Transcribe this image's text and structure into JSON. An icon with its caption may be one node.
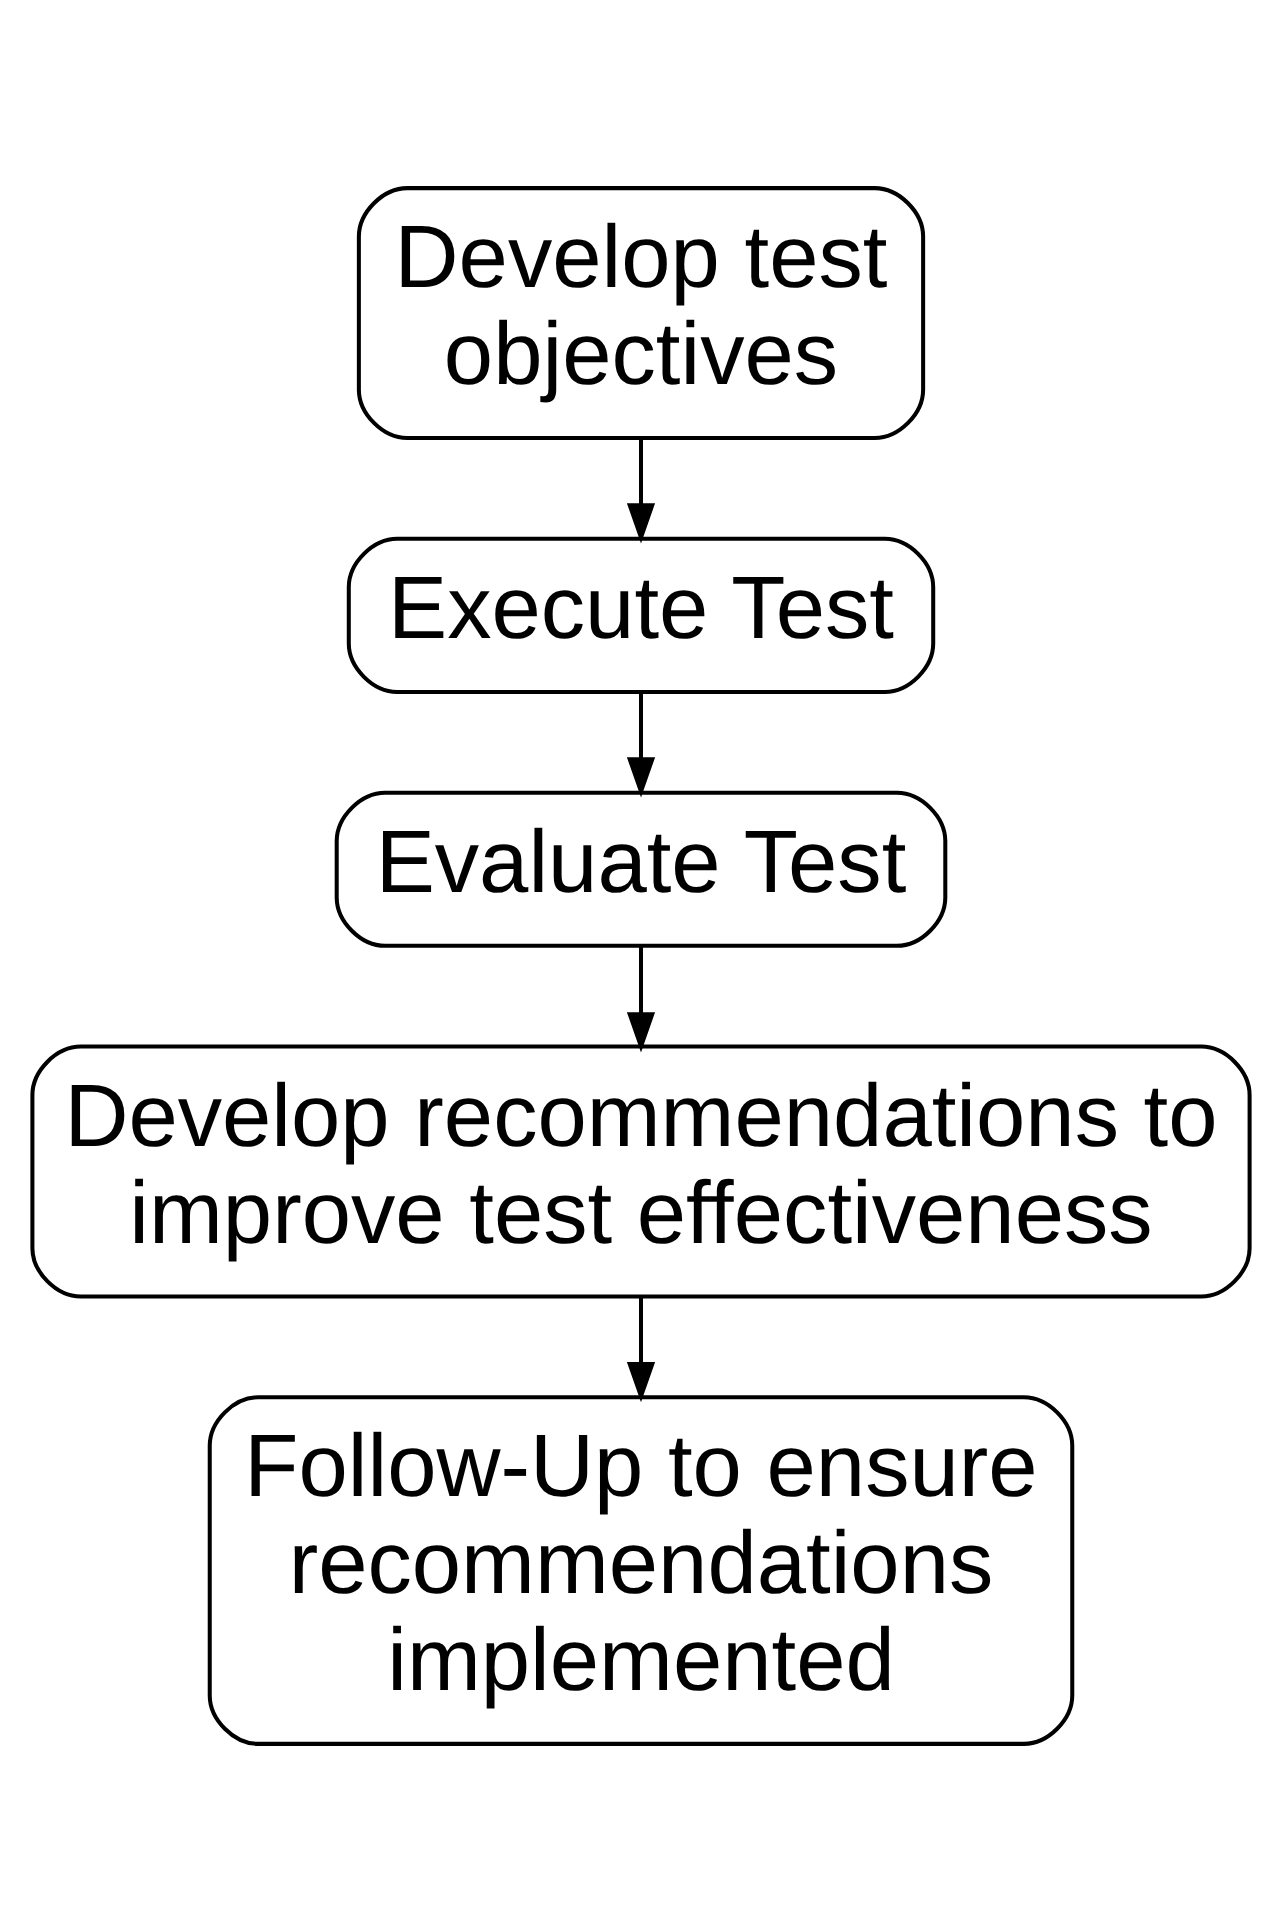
{
  "diagram": {
    "nodes": [
      {
        "text": [
          "Develop test objectives"
        ]
      },
      {
        "text": [
          "Execute Test"
        ]
      },
      {
        "text": [
          "Evaluate Test"
        ]
      },
      {
        "text": [
          "Develop recommendations to improve test effectiveness"
        ]
      },
      {
        "text": [
          "Follow-Up to ensure recommendations implemented"
        ]
      }
    ],
    "edges": [
      {
        "from": 0,
        "to": 1,
        "arrow": "to"
      },
      {
        "from": 1,
        "to": 2,
        "arrow": "to"
      },
      {
        "from": 2,
        "to": 3,
        "arrow": "to"
      },
      {
        "from": 3,
        "to": 4,
        "arrow": "to"
      }
    ]
  }
}
